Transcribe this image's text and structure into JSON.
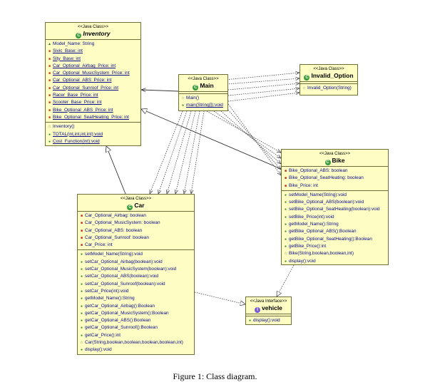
{
  "caption": "Figure 1: Class diagram.",
  "classes": {
    "inventory": {
      "stereotype": "<<Java Class>>",
      "name": "Inventory",
      "attributes": [
        "Model_Name: String",
        "Sivic_Base: int",
        "Sity_Base: int",
        "Car_Optional_Airbag_Price: int",
        "Car_Optional_MusicSystem_Price: int",
        "Car_Optional_ABS_Price: int",
        "Car_Optional_Sunroof_Price: int",
        "Racer_Base_Price: int",
        "Scooter_Base_Price: int",
        "Bike_Optional_ABS_Price: int",
        "Bike_Optional_SeatHeating_Price: int"
      ],
      "methods": [
        "Inventory()",
        "TOTAL(int,int,int,int):void",
        "Cost_Function(int):void"
      ]
    },
    "main": {
      "stereotype": "<<Java Class>>",
      "name": "Main",
      "methods": [
        "Main()",
        "main(String[]):void"
      ]
    },
    "invalid_option": {
      "stereotype": "<<Java Class>>",
      "name": "Invalid_Option",
      "methods": [
        "Invalid_Option(String)"
      ]
    },
    "bike": {
      "stereotype": "<<Java Class>>",
      "name": "Bike",
      "attributes": [
        "Bike_Optional_ABS: boolean",
        "Bike_Optional_SeatHeating: boolean",
        "Bike_Price: int"
      ],
      "methods": [
        "setModel_Name(String):void",
        "setBike_Optional_ABS(boolean):void",
        "setBike_Optional_SeatHeating(boolean):void",
        "setBike_Price(int):void",
        "getModel_Name():String",
        "getBike_Optional_ABS():Boolean",
        "getBike_Optional_SeatHeating():Boolean",
        "getBike_Price():int",
        "Bike(String,boolean,boolean,int)",
        "display():void"
      ]
    },
    "car": {
      "stereotype": "<<Java Class>>",
      "name": "Car",
      "attributes": [
        "Car_Optional_Airbag: boolean",
        "Car_Optional_MusicSystem: boolean",
        "Car_Optional_ABS: boolean",
        "Car_Optional_Sunroof: boolean",
        "Car_Price: int"
      ],
      "methods": [
        "setModel_Name(String):void",
        "setCar_Optional_Airbag(boolean):void",
        "setCar_Optional_MusicSystem(boolean):void",
        "setCar_Optional_ABS(boolean):void",
        "setCar_Optional_Sunroof(boolean):void",
        "setCar_Price(int):void",
        "getModel_Name():String",
        "getCar_Optional_Airbag():Boolean",
        "getCar_Optional_MusicSystem():Boolean",
        "getCar_Optional_ABS():Boolean",
        "getCar_Optional_Sunroof():Boolean",
        "getCar_Price():int",
        "Car(String,boolean,boolean,boolean,boolean,int)",
        "display():void"
      ]
    },
    "vehicle": {
      "stereotype": "<<Java Interface>>",
      "name": "vehicle",
      "methods": [
        "display():void"
      ]
    }
  }
}
